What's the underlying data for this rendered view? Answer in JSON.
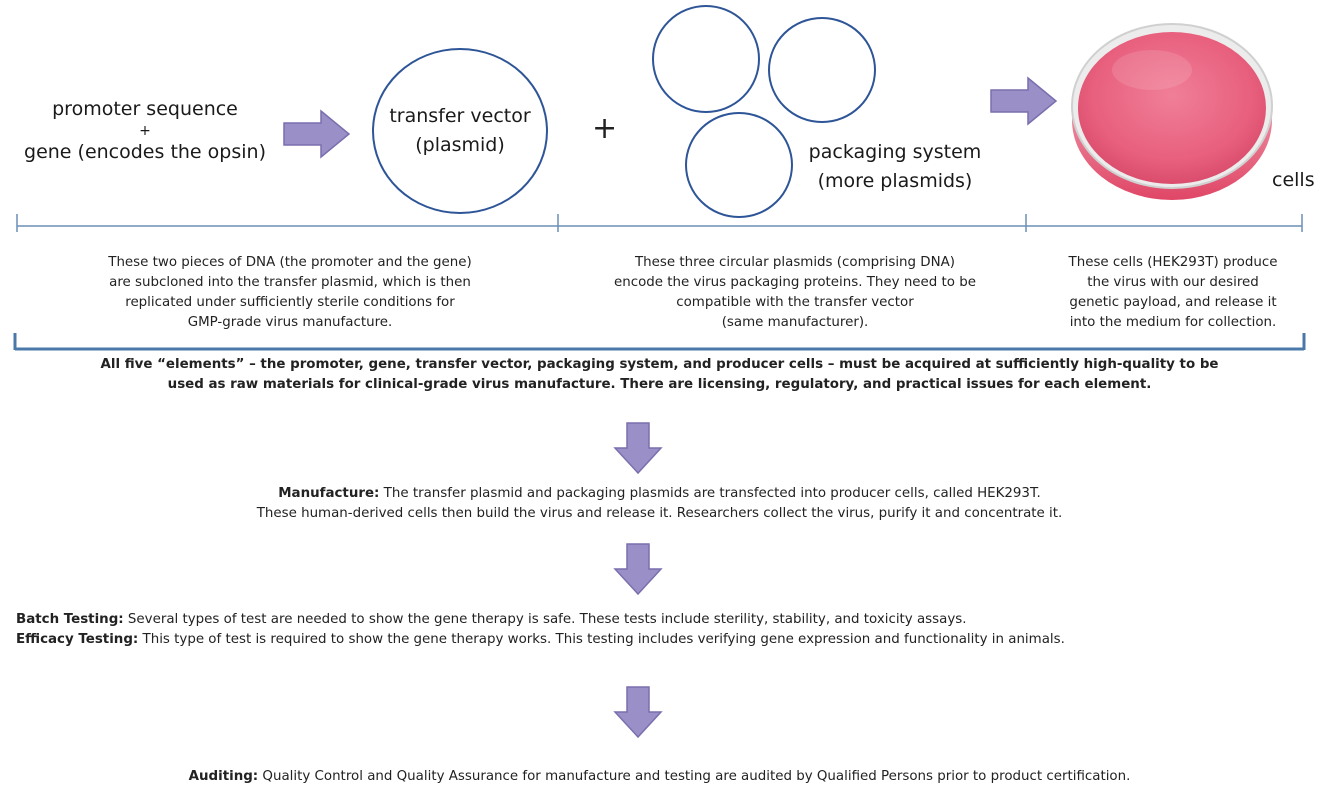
{
  "inputs": {
    "promoter_line1": "promoter sequence",
    "promoter_plus": "+",
    "promoter_line2": "gene (encodes the opsin)",
    "transfer_vector_line1": "transfer vector",
    "transfer_vector_line2": "(plasmid)",
    "plus_sign": "+",
    "packaging_line1": "packaging system",
    "packaging_line2": "(more plasmids)",
    "cells_label": "cells"
  },
  "notes": {
    "dna_note": [
      "These two pieces of DNA (the promoter and the gene)",
      "are subcloned into the transfer plasmid, which is then",
      "replicated under sufficiently sterile conditions for",
      "GMP-grade virus manufacture."
    ],
    "plasmid_note": [
      "These three circular plasmids (comprising DNA)",
      "encode the virus packaging proteins. They need to be",
      "compatible with the transfer vector",
      "(same manufacturer)."
    ],
    "cells_note": [
      "These cells (HEK293T) produce",
      "the virus with our desired",
      "genetic payload, and release it",
      "into the medium for collection."
    ]
  },
  "summary": {
    "line1": "All five “elements” – the promoter, gene, transfer vector, packaging system, and producer cells – must be acquired at sufficiently high-quality to be",
    "line2": "used as raw materials for clinical-grade virus manufacture. There are licensing, regulatory, and practical issues for each element."
  },
  "manufacture": {
    "heading": "Manufacture:",
    "line1": " The transfer plasmid and packaging plasmids are transfected into producer cells, called HEK293T.",
    "line2": "These human-derived cells then build the virus and release it. Researchers collect the virus, purify it and concentrate it."
  },
  "testing": {
    "batch_heading": "Batch Testing:",
    "batch_text": " Several types of test are needed to show the gene therapy is safe. These tests include sterility, stability, and toxicity assays.",
    "efficacy_heading": "Efficacy Testing:",
    "efficacy_text": " This type of test is required to show the gene therapy works. This testing includes verifying gene expression and functionality in animals."
  },
  "auditing": {
    "heading": "Auditing:",
    "text": " Quality Control and Quality Assurance for manufacture and testing are audited by Qualified Persons prior to product certification."
  },
  "colors": {
    "arrow_fill": "#9b8fc7",
    "arrow_stroke": "#7a6fae",
    "circle_stroke": "#2e5597",
    "bracket": "#6b8fb5",
    "bracket_thick": "#4a78a8",
    "medium": "#ec6a86"
  },
  "icons": [
    "right-arrow-icon",
    "down-arrow-icon",
    "petri-dish-icon"
  ]
}
